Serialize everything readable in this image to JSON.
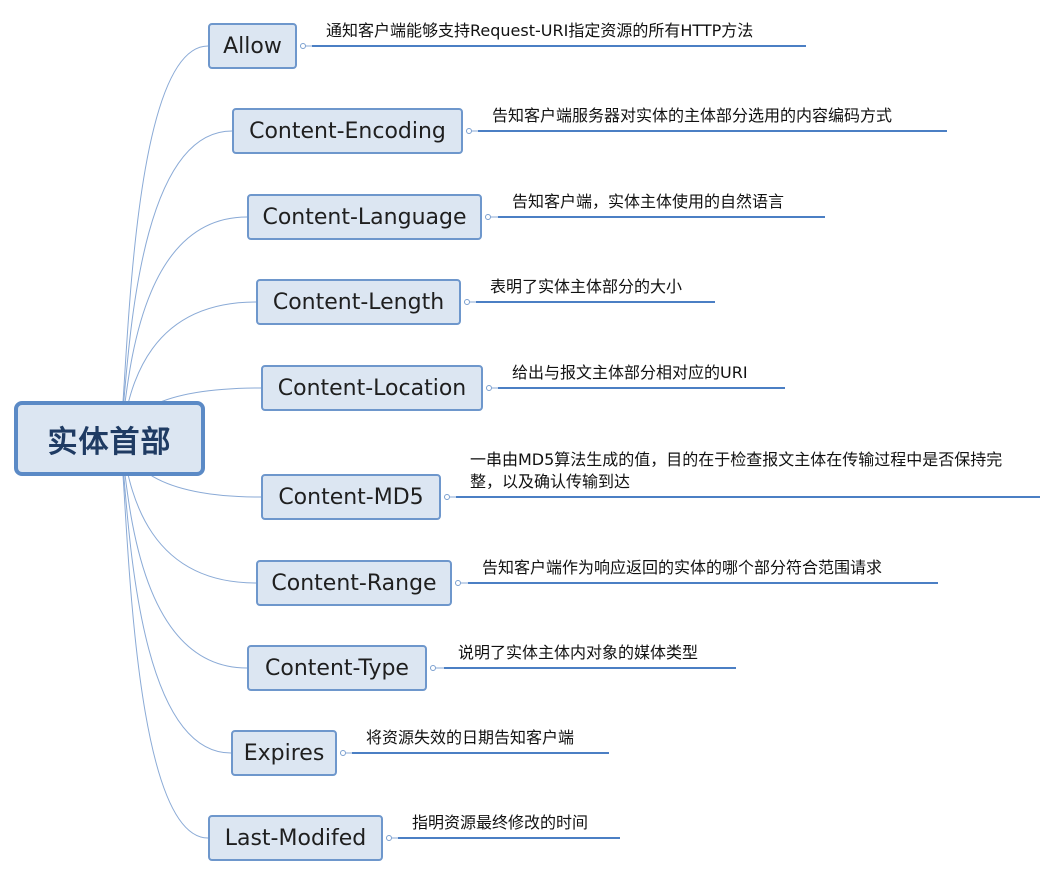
{
  "root": {
    "label": "实体首部"
  },
  "colors": {
    "node_fill": "#dce6f2",
    "node_border": "#6e97cc",
    "root_border": "#5b8ac6",
    "connector": "#8aaad6",
    "underline": "#4b7fc4"
  },
  "headers": [
    {
      "name": "Allow",
      "desc": "通知客户端能够支持Request-URI指定资源的所有HTTP方法"
    },
    {
      "name": "Content-Encoding",
      "desc": "告知客户端服务器对实体的主体部分选用的内容编码方式"
    },
    {
      "name": "Content-Language",
      "desc": "告知客户端，实体主体使用的自然语言"
    },
    {
      "name": "Content-Length",
      "desc": "表明了实体主体部分的大小"
    },
    {
      "name": "Content-Location",
      "desc": "给出与报文主体部分相对应的URI"
    },
    {
      "name": "Content-MD5",
      "desc": "一串由MD5算法生成的值，目的在于检查报文主体在传输过程中是否保持完整，以及确认传输到达"
    },
    {
      "name": "Content-Range",
      "desc": "告知客户端作为响应返回的实体的哪个部分符合范围请求"
    },
    {
      "name": "Content-Type",
      "desc": "说明了实体主体内对象的媒体类型"
    },
    {
      "name": "Expires",
      "desc": "将资源失效的日期告知客户端"
    },
    {
      "name": "Last-Modifed",
      "desc": "指明资源最终修改的时间"
    }
  ]
}
